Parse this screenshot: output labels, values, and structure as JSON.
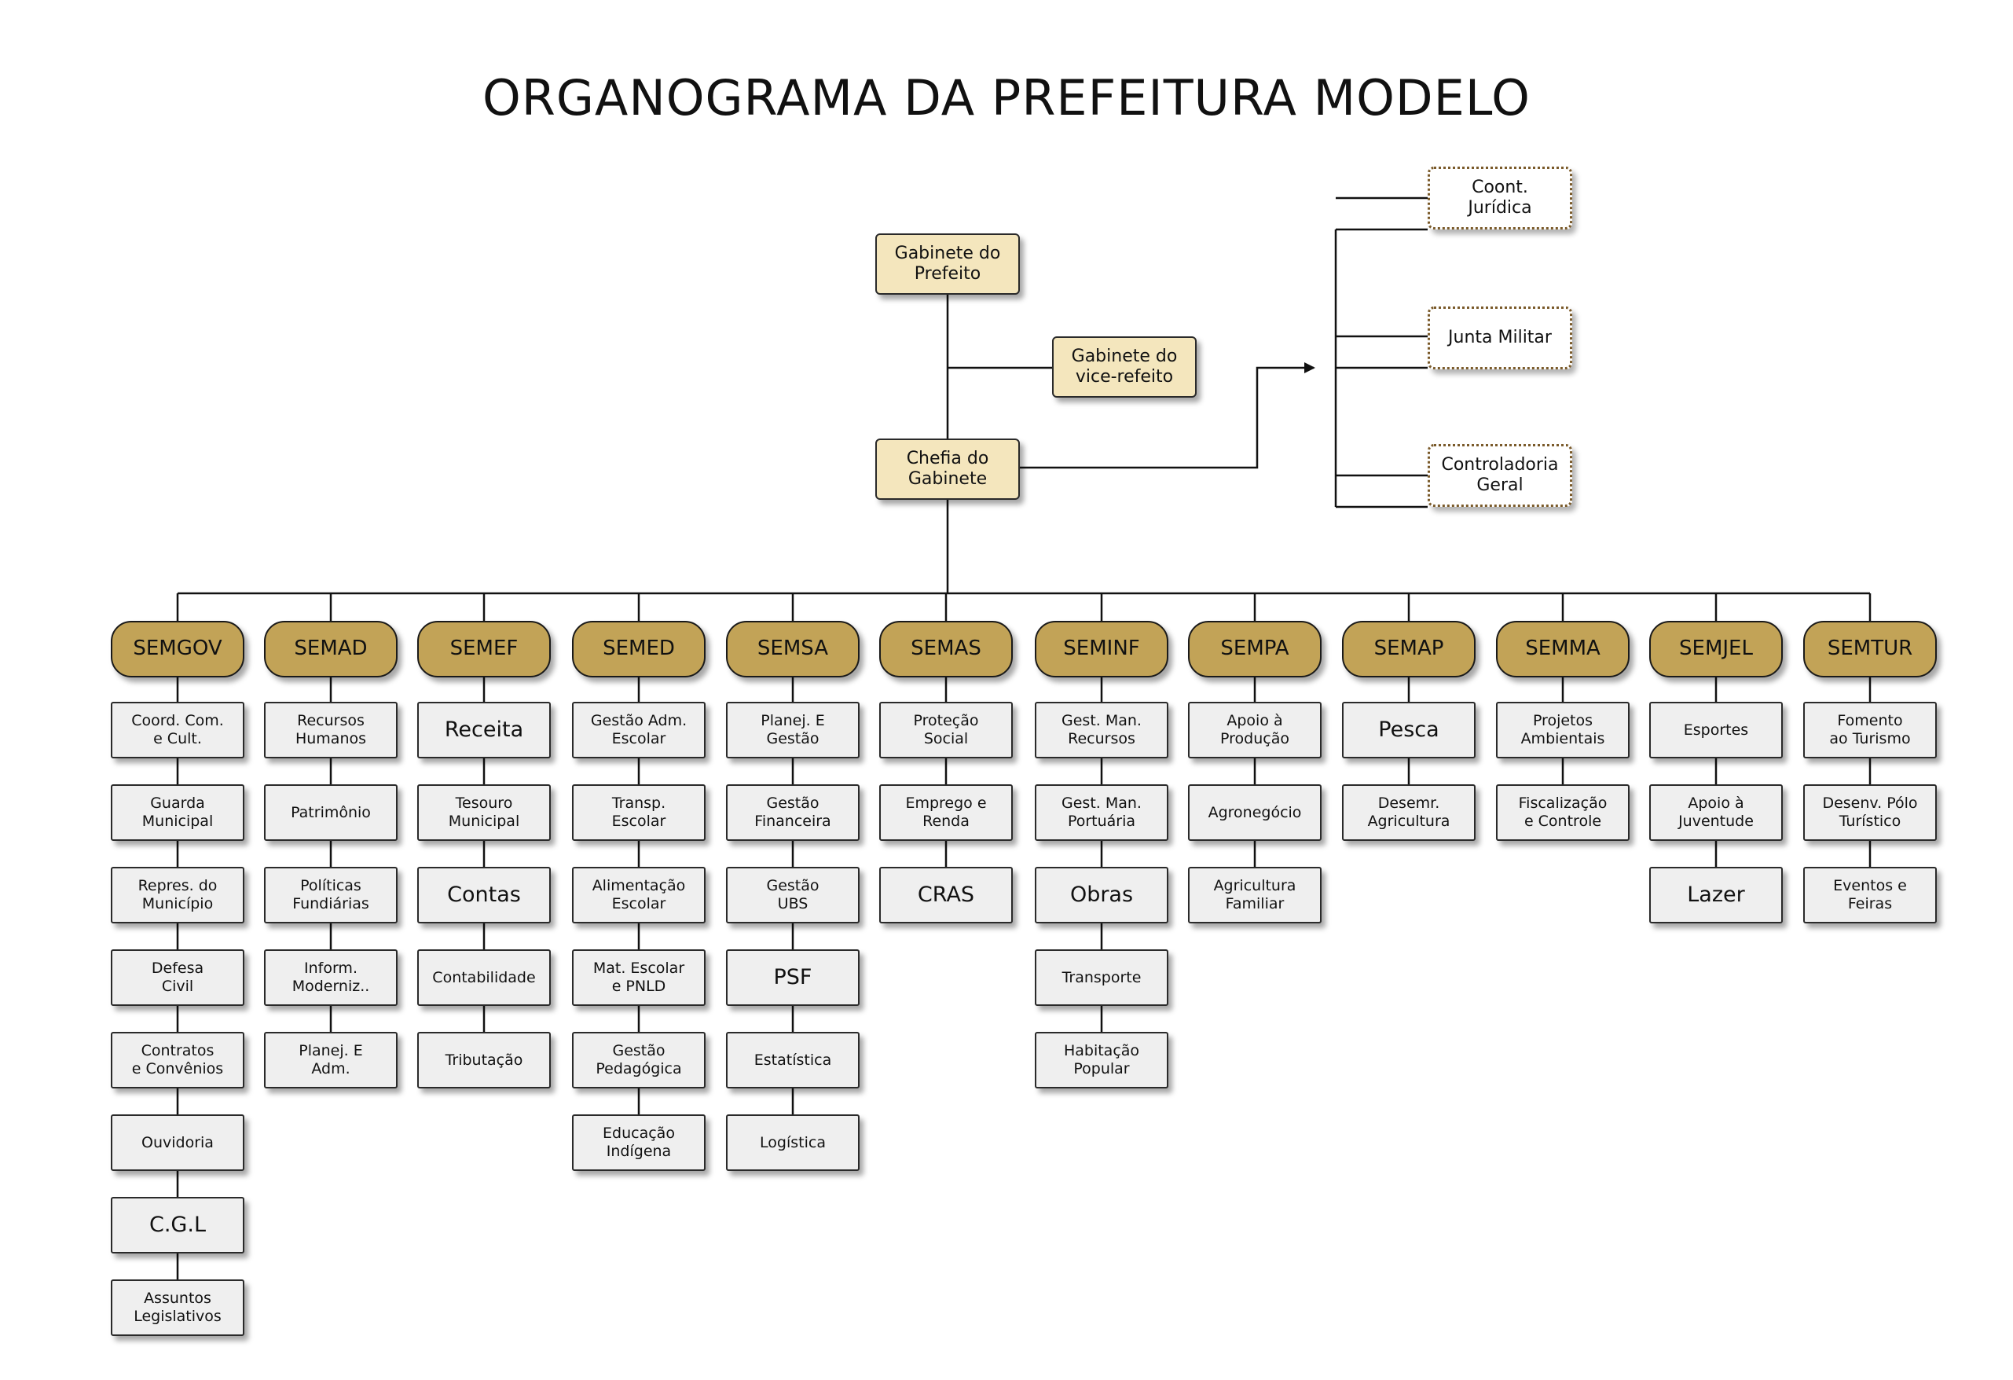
{
  "title": "ORGANOGRAMA DA PREFEITURA MODELO",
  "top": {
    "gabinete_prefeito": "Gabinete do\nPrefeito",
    "gabinete_vice": "Gabinete do\nvice-refeito",
    "chefia": "Chefia do\nGabinete"
  },
  "advisory": [
    "Coont.\nJurídica",
    "Junta Militar",
    "Controladoria\nGeral"
  ],
  "secretariats": [
    {
      "name": "SEMGOV",
      "units": [
        "Coord. Com.\ne Cult.",
        "Guarda\nMunicipal",
        "Repres. do\nMunicípio",
        "Defesa\nCivil",
        "Contratos\ne Convênios",
        "Ouvidoria",
        "C.G.L",
        "Assuntos\nLegislativos"
      ]
    },
    {
      "name": "SEMAD",
      "units": [
        "Recursos\nHumanos",
        "Patrimônio",
        "Políticas\nFundiárias",
        "Inform.\nModerniz..",
        "Planej. E\nAdm."
      ]
    },
    {
      "name": "SEMEF",
      "units": [
        "Receita",
        "Tesouro\nMunicipal",
        "Contas",
        "Contabilidade",
        "Tributação"
      ]
    },
    {
      "name": "SEMED",
      "units": [
        "Gestão Adm.\nEscolar",
        "Transp.\nEscolar",
        "Alimentação\nEscolar",
        "Mat. Escolar\ne PNLD",
        "Gestão\nPedagógica",
        "Educação\nIndígena"
      ]
    },
    {
      "name": "SEMSA",
      "units": [
        "Planej. E\nGestão",
        "Gestão\nFinanceira",
        "Gestão\nUBS",
        "PSF",
        "Estatística",
        "Logística"
      ]
    },
    {
      "name": "SEMAS",
      "units": [
        "Proteção\nSocial",
        "Emprego e\nRenda",
        "CRAS"
      ]
    },
    {
      "name": "SEMINF",
      "units": [
        "Gest. Man.\nRecursos",
        "Gest. Man.\nPortuária",
        "Obras",
        "Transporte",
        "Habitação\nPopular"
      ]
    },
    {
      "name": "SEMPA",
      "units": [
        "Apoio à\nProdução",
        "Agronegócio",
        "Agricultura\nFamiliar"
      ]
    },
    {
      "name": "SEMAP",
      "units": [
        "Pesca",
        "Desemr.\nAgricultura"
      ]
    },
    {
      "name": "SEMMA",
      "units": [
        "Projetos\nAmbientais",
        "Fiscalização\ne Controle"
      ]
    },
    {
      "name": "SEMJEL",
      "units": [
        "Esportes",
        "Apoio à\nJuventude",
        "Lazer"
      ]
    },
    {
      "name": "SEMTUR",
      "units": [
        "Fomento\nao Turismo",
        "Desenv. Pólo\nTurístico",
        "Eventos e\nFeiras"
      ]
    }
  ]
}
